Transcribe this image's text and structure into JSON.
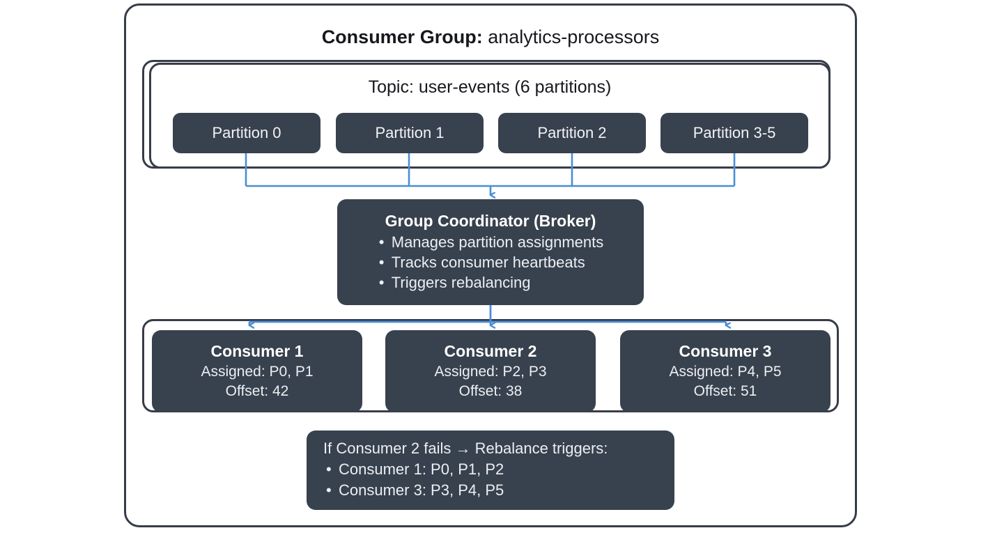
{
  "diagram": {
    "group": {
      "title_strong": "Consumer Group:",
      "title_light": " analytics-processors"
    },
    "topic": {
      "label": "Topic: user-events (6 partitions)",
      "partitions": [
        {
          "label": "Partition 0"
        },
        {
          "label": "Partition 1"
        },
        {
          "label": "Partition 2"
        },
        {
          "label": "Partition 3-5"
        }
      ]
    },
    "coordinator": {
      "title": "Group Coordinator (Broker)",
      "bullets": [
        "Manages partition assignments",
        "Tracks consumer heartbeats",
        "Triggers rebalancing"
      ]
    },
    "consumers": [
      {
        "name": "Consumer 1",
        "assigned": "Assigned: P0, P1",
        "offset": "Offset: 42"
      },
      {
        "name": "Consumer 2",
        "assigned": "Assigned: P2, P3",
        "offset": "Offset: 38"
      },
      {
        "name": "Consumer 3",
        "assigned": "Assigned: P4, P5",
        "offset": "Offset: 51"
      }
    ],
    "note": {
      "heading": "If Consumer 2 fails → Rebalance triggers:",
      "bullets": [
        "Consumer 1: P0, P1, P2",
        "Consumer 3: P3, P4, P5"
      ]
    },
    "colors": {
      "node_fill": "#38414e",
      "frame_border": "#373c48",
      "connector": "#4a8ed6",
      "background": "#ffffff",
      "node_text": "#ffffff"
    }
  }
}
